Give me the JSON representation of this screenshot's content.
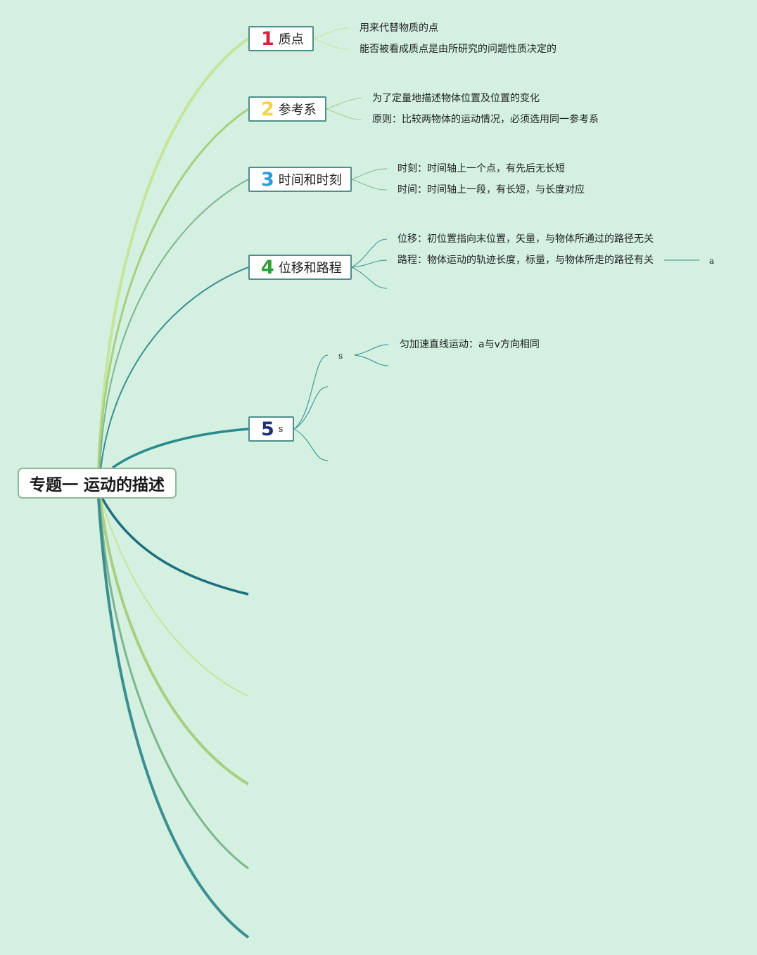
{
  "root": {
    "title": "专题一 运动的描述"
  },
  "colors": {
    "background": "#d3f0e1",
    "topic1_number": "#d6233c",
    "topic2_number": "#f2d34a",
    "topic3_number": "#2f9adb",
    "topic4_number": "#2f9e3a",
    "topic5_number": "#1e2f7a",
    "branch_light_green": "#c5e59a",
    "branch_green": "#a7cf7f",
    "branch_sage": "#7fb58e",
    "branch_teal": "#3c8e91",
    "branch_dark_teal": "#1d6f7c"
  },
  "topics": [
    {
      "number": "1",
      "label": "质点",
      "children": [
        "用来代替物质的点",
        "能否被看成质点是由所研究的问题性质决定的"
      ]
    },
    {
      "number": "2",
      "label": "参考系",
      "children": [
        "为了定量地描述物体位置及位置的变化",
        "原则：比较两物体的运动情况，必须选用同一参考系"
      ]
    },
    {
      "number": "3",
      "label": "时间和时刻",
      "children": [
        "时刻：时间轴上一个点，有先后无长短",
        "时间：时间轴上一段，有长短，与长度对应"
      ]
    },
    {
      "number": "4",
      "label": "位移和路程",
      "children": [
        "位移：初位置指向末位置，矢量，与物体所通过的路径无关",
        "路程：物体运动的轨迹长度，标量，与物体所走的路径有关"
      ],
      "extra_child": "a"
    },
    {
      "number": "5",
      "label": "s",
      "sub_label": "s",
      "sub_children": [
        "匀加速直线运动：a与v方向相同"
      ]
    }
  ]
}
